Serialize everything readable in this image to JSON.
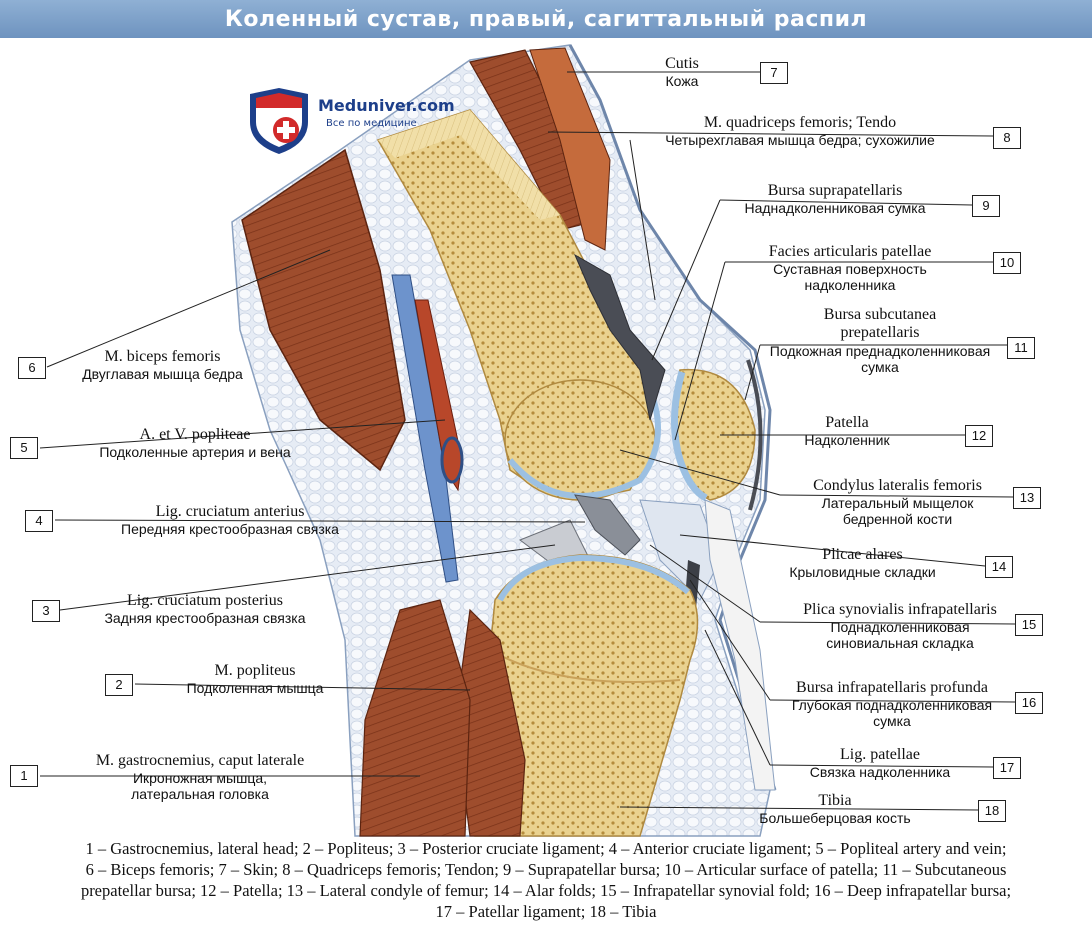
{
  "header": {
    "title": "Коленный сустав, правый, сагиттальный распил"
  },
  "logo": {
    "name": "Meduniver.com",
    "tagline": "Все по медицине"
  },
  "colors": {
    "title_bar": "#7a9cc6",
    "muscle": "#9c4a2c",
    "bone": "#e8cf8c",
    "cartilage": "#a8c8e6",
    "fat": "#e9eef6",
    "artery": "#b8472a",
    "vein": "#5d86c4"
  },
  "labels": [
    {
      "num": "1",
      "lat": "M. gastrocnemius, caput laterale",
      "rus": "Икроножная мышца, латеральная головка"
    },
    {
      "num": "2",
      "lat": "M. popliteus",
      "rus": "Подколенная мышца"
    },
    {
      "num": "3",
      "lat": "Lig. cruciatum posterius",
      "rus": "Задняя крестообразная связка"
    },
    {
      "num": "4",
      "lat": "Lig. cruciatum anterius",
      "rus": "Передняя крестообразная связка"
    },
    {
      "num": "5",
      "lat": "A. et V. popliteae",
      "rus": "Подколенные артерия и вена"
    },
    {
      "num": "6",
      "lat": "M. biceps femoris",
      "rus": "Двуглавая мышца бедра"
    },
    {
      "num": "7",
      "lat": "Cutis",
      "rus": "Кожа"
    },
    {
      "num": "8",
      "lat": "M. quadriceps femoris; Tendo",
      "rus": "Четырехглавая мышца бедра; сухожилие"
    },
    {
      "num": "9",
      "lat": "Bursa suprapatellaris",
      "rus": "Наднадколенниковая сумка"
    },
    {
      "num": "10",
      "lat": "Facies articularis patellae",
      "rus": "Суставная поверхность надколенника"
    },
    {
      "num": "11",
      "lat": "Bursa subcutanea prepatellaris",
      "rus": "Подкожная преднадколенниковая сумка"
    },
    {
      "num": "12",
      "lat": "Patella",
      "rus": "Надколенник"
    },
    {
      "num": "13",
      "lat": "Condylus lateralis femoris",
      "rus": "Латеральный мыщелок бедренной кости"
    },
    {
      "num": "14",
      "lat": "Plicae alares",
      "rus": "Крыловидные складки"
    },
    {
      "num": "15",
      "lat": "Plica synovialis infrapatellaris",
      "rus": "Поднадколенниковая синовиальная складка"
    },
    {
      "num": "16",
      "lat": "Bursa infrapatellaris profunda",
      "rus": "Глубокая поднадколенниковая сумка"
    },
    {
      "num": "17",
      "lat": "Lig. patellae",
      "rus": "Связка надколенника"
    },
    {
      "num": "18",
      "lat": "Tibia",
      "rus": "Большеберцовая кость"
    }
  ],
  "legend": {
    "line1": "1 – Gastrocnemius, lateral head; 2 – Popliteus; 3 – Posterior cruciate ligament; 4 – Anterior cruciate ligament; 5 – Popliteal artery and vein;",
    "line2": "6 – Biceps femoris; 7 – Skin; 8 – Quadriceps femoris; Tendon; 9 – Suprapatellar bursa; 10 – Articular surface of patella; 11 – Subcutaneous",
    "line3": "prepatellar bursa; 12 – Patella; 13 – Lateral condyle of femur; 14 – Alar folds; 15 – Infrapatellar synovial fold; 16 – Deep infrapatellar bursa;",
    "line4": "17 – Patellar ligament; 18 – Tibia"
  }
}
